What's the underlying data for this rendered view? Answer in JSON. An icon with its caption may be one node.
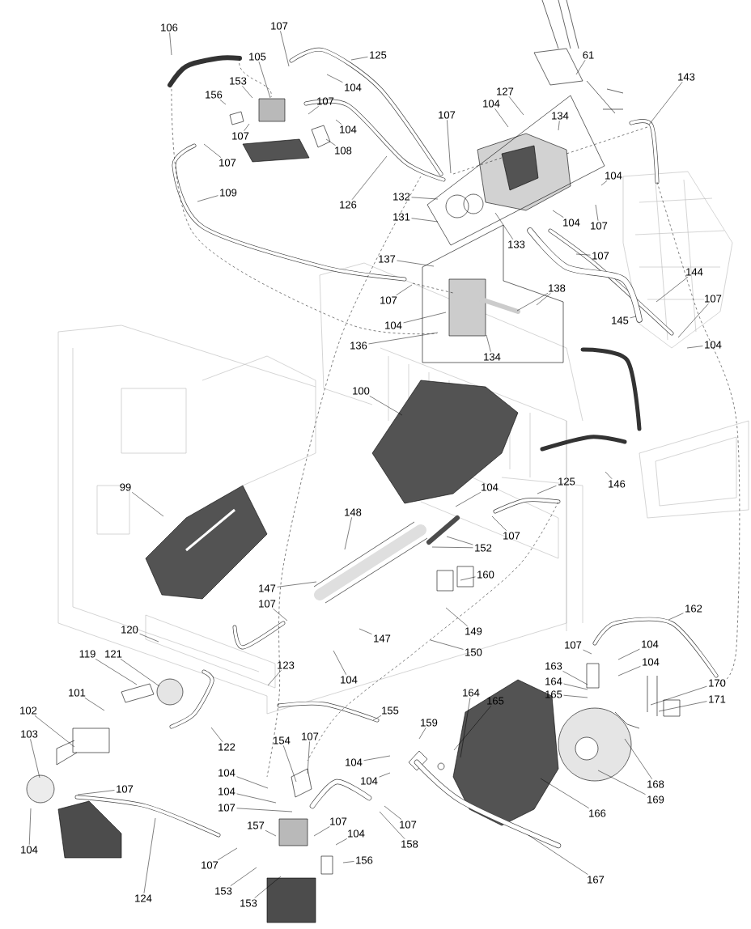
{
  "diagram": {
    "nodes": [
      {
        "text": [
          "106"
        ]
      },
      {
        "text": [
          "107"
        ]
      },
      {
        "text": [
          "105"
        ]
      },
      {
        "text": [
          "125"
        ]
      },
      {
        "text": [
          "153"
        ]
      },
      {
        "text": [
          "104"
        ]
      },
      {
        "text": [
          "156"
        ]
      },
      {
        "text": [
          "107"
        ]
      },
      {
        "text": [
          "104"
        ]
      },
      {
        "text": [
          "107"
        ]
      },
      {
        "text": [
          "108"
        ]
      },
      {
        "text": [
          "107"
        ]
      },
      {
        "text": [
          "109"
        ]
      },
      {
        "text": [
          "126"
        ]
      },
      {
        "text": [
          "61"
        ]
      },
      {
        "text": [
          "143"
        ]
      },
      {
        "text": [
          "127"
        ]
      },
      {
        "text": [
          "104"
        ]
      },
      {
        "text": [
          "107"
        ]
      },
      {
        "text": [
          "134"
        ]
      },
      {
        "text": [
          "132"
        ]
      },
      {
        "text": [
          "131"
        ]
      },
      {
        "text": [
          "104"
        ]
      },
      {
        "text": [
          "104"
        ]
      },
      {
        "text": [
          "107"
        ]
      },
      {
        "text": [
          "133"
        ]
      },
      {
        "text": [
          "107"
        ]
      },
      {
        "text": [
          "137"
        ]
      },
      {
        "text": [
          "138"
        ]
      },
      {
        "text": [
          "107"
        ]
      },
      {
        "text": [
          "104"
        ]
      },
      {
        "text": [
          "136"
        ]
      },
      {
        "text": [
          "134"
        ]
      },
      {
        "text": [
          "144"
        ]
      },
      {
        "text": [
          "145"
        ]
      },
      {
        "text": [
          "107"
        ]
      },
      {
        "text": [
          "104"
        ]
      },
      {
        "text": [
          "100"
        ]
      },
      {
        "text": [
          "99"
        ]
      },
      {
        "text": [
          "104"
        ]
      },
      {
        "text": [
          "125"
        ]
      },
      {
        "text": [
          "146"
        ]
      },
      {
        "text": [
          "148"
        ]
      },
      {
        "text": [
          "152"
        ]
      },
      {
        "text": [
          "107"
        ]
      },
      {
        "text": [
          "160"
        ]
      },
      {
        "text": [
          "147"
        ]
      },
      {
        "text": [
          "107"
        ]
      },
      {
        "text": [
          "149"
        ]
      },
      {
        "text": [
          "147"
        ]
      },
      {
        "text": [
          "150"
        ]
      },
      {
        "text": [
          "120"
        ]
      },
      {
        "text": [
          "119"
        ]
      },
      {
        "text": [
          "121"
        ]
      },
      {
        "text": [
          "123"
        ]
      },
      {
        "text": [
          "104"
        ]
      },
      {
        "text": [
          "101"
        ]
      },
      {
        "text": [
          "102"
        ]
      },
      {
        "text": [
          "103"
        ]
      },
      {
        "text": [
          "104"
        ]
      },
      {
        "text": [
          "107"
        ]
      },
      {
        "text": [
          "124"
        ]
      },
      {
        "text": [
          "122"
        ]
      },
      {
        "text": [
          "155"
        ]
      },
      {
        "text": [
          "164"
        ]
      },
      {
        "text": [
          "165"
        ]
      },
      {
        "text": [
          "159"
        ]
      },
      {
        "text": [
          "154"
        ]
      },
      {
        "text": [
          "107"
        ]
      },
      {
        "text": [
          "104"
        ]
      },
      {
        "text": [
          "104"
        ]
      },
      {
        "text": [
          "107"
        ]
      },
      {
        "text": [
          "104"
        ]
      },
      {
        "text": [
          "104"
        ]
      },
      {
        "text": [
          "107"
        ]
      },
      {
        "text": [
          "158"
        ]
      },
      {
        "text": [
          "157"
        ]
      },
      {
        "text": [
          "107"
        ]
      },
      {
        "text": [
          "104"
        ]
      },
      {
        "text": [
          "156"
        ]
      },
      {
        "text": [
          "107"
        ]
      },
      {
        "text": [
          "153"
        ]
      },
      {
        "text": [
          "153"
        ]
      },
      {
        "text": [
          "166"
        ]
      },
      {
        "text": [
          "167"
        ]
      },
      {
        "text": [
          "107"
        ]
      },
      {
        "text": [
          "104"
        ]
      },
      {
        "text": [
          "104"
        ]
      },
      {
        "text": [
          "163"
        ]
      },
      {
        "text": [
          "164"
        ]
      },
      {
        "text": [
          "165"
        ]
      },
      {
        "text": [
          "162"
        ]
      },
      {
        "text": [
          "170"
        ]
      },
      {
        "text": [
          "171"
        ]
      },
      {
        "text": [
          "168"
        ]
      },
      {
        "text": [
          "169"
        ]
      }
    ],
    "edges": [
      {
        "from": 0,
        "to": null,
        "arrow": "none"
      },
      {
        "from": 1,
        "to": null,
        "arrow": "none"
      },
      {
        "from": 2,
        "to": null,
        "arrow": "none"
      },
      {
        "from": 3,
        "to": null,
        "arrow": "none"
      },
      {
        "from": 4,
        "to": null,
        "arrow": "none"
      },
      {
        "from": 5,
        "to": null,
        "arrow": "none"
      },
      {
        "from": 6,
        "to": null,
        "arrow": "none"
      },
      {
        "from": 7,
        "to": null,
        "arrow": "none"
      },
      {
        "from": 8,
        "to": null,
        "arrow": "none"
      },
      {
        "from": 9,
        "to": null,
        "arrow": "none"
      },
      {
        "from": 10,
        "to": null,
        "arrow": "none"
      },
      {
        "from": 11,
        "to": null,
        "arrow": "none"
      },
      {
        "from": 12,
        "to": null,
        "arrow": "none"
      },
      {
        "from": 13,
        "to": null,
        "arrow": "none"
      },
      {
        "from": 14,
        "to": null,
        "arrow": "none"
      },
      {
        "from": 15,
        "to": null,
        "arrow": "none"
      },
      {
        "from": 16,
        "to": null,
        "arrow": "none"
      },
      {
        "from": 17,
        "to": null,
        "arrow": "none"
      },
      {
        "from": 18,
        "to": null,
        "arrow": "none"
      },
      {
        "from": 19,
        "to": null,
        "arrow": "none"
      },
      {
        "from": 20,
        "to": null,
        "arrow": "none"
      },
      {
        "from": 21,
        "to": null,
        "arrow": "none"
      },
      {
        "from": 22,
        "to": null,
        "arrow": "none"
      },
      {
        "from": 23,
        "to": null,
        "arrow": "none"
      },
      {
        "from": 24,
        "to": null,
        "arrow": "none"
      },
      {
        "from": 25,
        "to": null,
        "arrow": "none"
      },
      {
        "from": 26,
        "to": null,
        "arrow": "none"
      },
      {
        "from": 27,
        "to": null,
        "arrow": "none"
      },
      {
        "from": 28,
        "to": null,
        "arrow": "none"
      },
      {
        "from": 28,
        "to": null,
        "arrow": "none"
      },
      {
        "from": 29,
        "to": null,
        "arrow": "none"
      },
      {
        "from": 30,
        "to": null,
        "arrow": "none"
      },
      {
        "from": 31,
        "to": null,
        "arrow": "none"
      },
      {
        "from": 32,
        "to": null,
        "arrow": "none"
      },
      {
        "from": 33,
        "to": null,
        "arrow": "none"
      },
      {
        "from": 34,
        "to": null,
        "arrow": "none"
      },
      {
        "from": 35,
        "to": null,
        "arrow": "none"
      },
      {
        "from": 36,
        "to": null,
        "arrow": "none"
      },
      {
        "from": 37,
        "to": null,
        "arrow": "none"
      },
      {
        "from": 38,
        "to": null,
        "arrow": "none"
      },
      {
        "from": 39,
        "to": null,
        "arrow": "none"
      },
      {
        "from": 40,
        "to": null,
        "arrow": "none"
      },
      {
        "from": 41,
        "to": null,
        "arrow": "none"
      },
      {
        "from": 42,
        "to": null,
        "arrow": "none"
      },
      {
        "from": 43,
        "to": null,
        "arrow": "none"
      },
      {
        "from": 43,
        "to": null,
        "arrow": "none"
      },
      {
        "from": 44,
        "to": null,
        "arrow": "none"
      },
      {
        "from": 45,
        "to": null,
        "arrow": "none"
      },
      {
        "from": 46,
        "to": null,
        "arrow": "none"
      },
      {
        "from": 47,
        "to": null,
        "arrow": "none"
      },
      {
        "from": 48,
        "to": null,
        "arrow": "none"
      },
      {
        "from": 49,
        "to": null,
        "arrow": "none"
      },
      {
        "from": 50,
        "to": null,
        "arrow": "none"
      },
      {
        "from": 51,
        "to": null,
        "arrow": "none"
      },
      {
        "from": 52,
        "to": null,
        "arrow": "none"
      },
      {
        "from": 53,
        "to": null,
        "arrow": "none"
      },
      {
        "from": 54,
        "to": null,
        "arrow": "none"
      },
      {
        "from": 55,
        "to": null,
        "arrow": "none"
      },
      {
        "from": 56,
        "to": null,
        "arrow": "none"
      },
      {
        "from": 57,
        "to": null,
        "arrow": "none"
      },
      {
        "from": 58,
        "to": null,
        "arrow": "none"
      },
      {
        "from": 59,
        "to": null,
        "arrow": "none"
      },
      {
        "from": 60,
        "to": null,
        "arrow": "none"
      },
      {
        "from": 61,
        "to": null,
        "arrow": "none"
      },
      {
        "from": 62,
        "to": null,
        "arrow": "none"
      },
      {
        "from": 63,
        "to": null,
        "arrow": "none"
      },
      {
        "from": 64,
        "to": null,
        "arrow": "none"
      },
      {
        "from": 65,
        "to": null,
        "arrow": "none"
      },
      {
        "from": 66,
        "to": null,
        "arrow": "none"
      },
      {
        "from": 67,
        "to": null,
        "arrow": "none"
      },
      {
        "from": 68,
        "to": null,
        "arrow": "none"
      },
      {
        "from": 69,
        "to": null,
        "arrow": "none"
      },
      {
        "from": 70,
        "to": null,
        "arrow": "none"
      },
      {
        "from": 71,
        "to": null,
        "arrow": "none"
      },
      {
        "from": 72,
        "to": null,
        "arrow": "none"
      },
      {
        "from": 73,
        "to": null,
        "arrow": "none"
      },
      {
        "from": 74,
        "to": null,
        "arrow": "none"
      },
      {
        "from": 75,
        "to": null,
        "arrow": "none"
      },
      {
        "from": 76,
        "to": null,
        "arrow": "none"
      },
      {
        "from": 77,
        "to": null,
        "arrow": "none"
      },
      {
        "from": 78,
        "to": null,
        "arrow": "none"
      },
      {
        "from": 79,
        "to": null,
        "arrow": "none"
      },
      {
        "from": 80,
        "to": null,
        "arrow": "none"
      },
      {
        "from": 81,
        "to": null,
        "arrow": "none"
      },
      {
        "from": 82,
        "to": null,
        "arrow": "none"
      },
      {
        "from": 83,
        "to": null,
        "arrow": "none"
      },
      {
        "from": 84,
        "to": null,
        "arrow": "none"
      },
      {
        "from": 85,
        "to": null,
        "arrow": "none"
      },
      {
        "from": 86,
        "to": null,
        "arrow": "none"
      },
      {
        "from": 87,
        "to": null,
        "arrow": "none"
      },
      {
        "from": 88,
        "to": null,
        "arrow": "none"
      },
      {
        "from": 89,
        "to": null,
        "arrow": "none"
      },
      {
        "from": 90,
        "to": null,
        "arrow": "none"
      },
      {
        "from": 91,
        "to": null,
        "arrow": "none"
      },
      {
        "from": 92,
        "to": null,
        "arrow": "none"
      },
      {
        "from": 93,
        "to": null,
        "arrow": "none"
      },
      {
        "from": 94,
        "to": null,
        "arrow": "none"
      },
      {
        "from": 95,
        "to": null,
        "arrow": "none"
      }
    ]
  }
}
